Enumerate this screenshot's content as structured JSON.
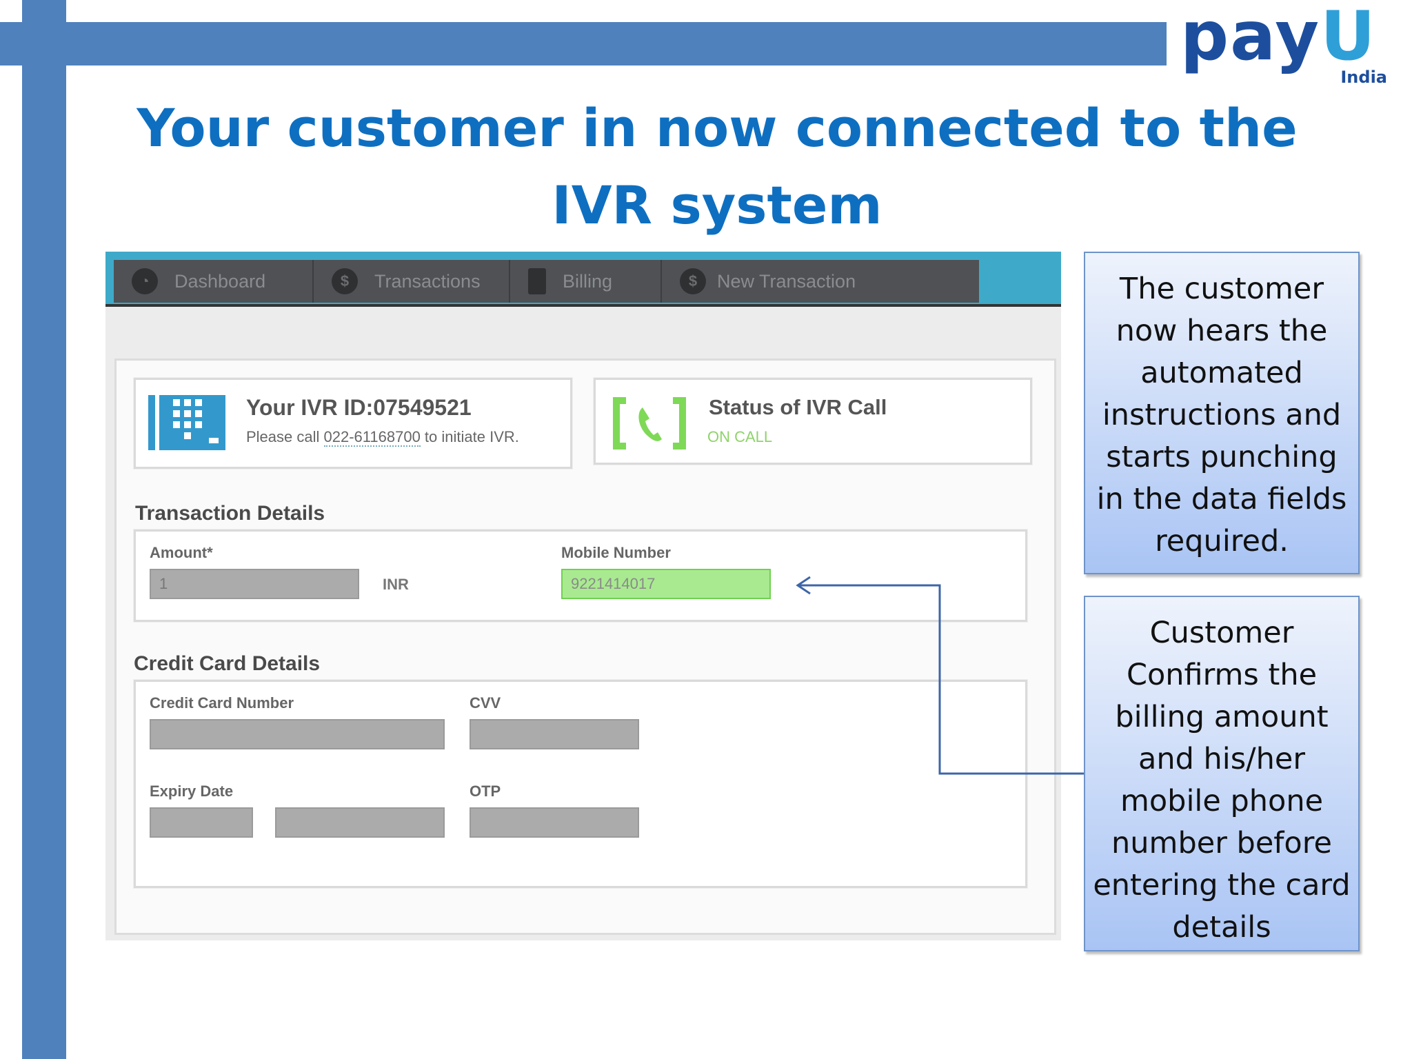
{
  "brand": {
    "logo_text": "payU",
    "logo_sub": "India"
  },
  "slide": {
    "title": "Your customer in now connected to the IVR system"
  },
  "app": {
    "nav": [
      {
        "label": "Dashboard",
        "icon": "dashboard-icon"
      },
      {
        "label": "Transactions",
        "icon": "dollar-icon"
      },
      {
        "label": "Billing",
        "icon": "document-icon"
      },
      {
        "label": "New Transaction",
        "icon": "new-transaction-icon"
      }
    ],
    "ivr": {
      "id_label": "Your IVR ID:07549521",
      "note_prefix": "Please call ",
      "note_number": "022-61168700",
      "note_suffix": " to initiate IVR.",
      "icon": "keypad-icon"
    },
    "status": {
      "title": "Status of IVR Call",
      "value": "ON CALL",
      "icon": "phone-call-icon"
    },
    "transaction": {
      "title": "Transaction Details",
      "amount_label": "Amount*",
      "amount_value": "1",
      "currency": "INR",
      "mobile_label": "Mobile Number",
      "mobile_value": "9221414017"
    },
    "credit_card": {
      "title": "Credit Card Details",
      "number_label": "Credit Card Number",
      "cvv_label": "CVV",
      "expiry_label": "Expiry Date",
      "otp_label": "OTP"
    }
  },
  "callouts": {
    "top": "The customer now hears the automated instructions and starts punching in the data fields required.",
    "bottom": "Customer Confirms the billing amount and his/her mobile phone number before entering the card details"
  },
  "colors": {
    "accent_bar": "#4f81bd",
    "title_blue": "#0e6fc1",
    "nav_teal": "#3fa9c9",
    "status_green": "#8fd36a",
    "callout_blue": "#a9c4f4"
  }
}
